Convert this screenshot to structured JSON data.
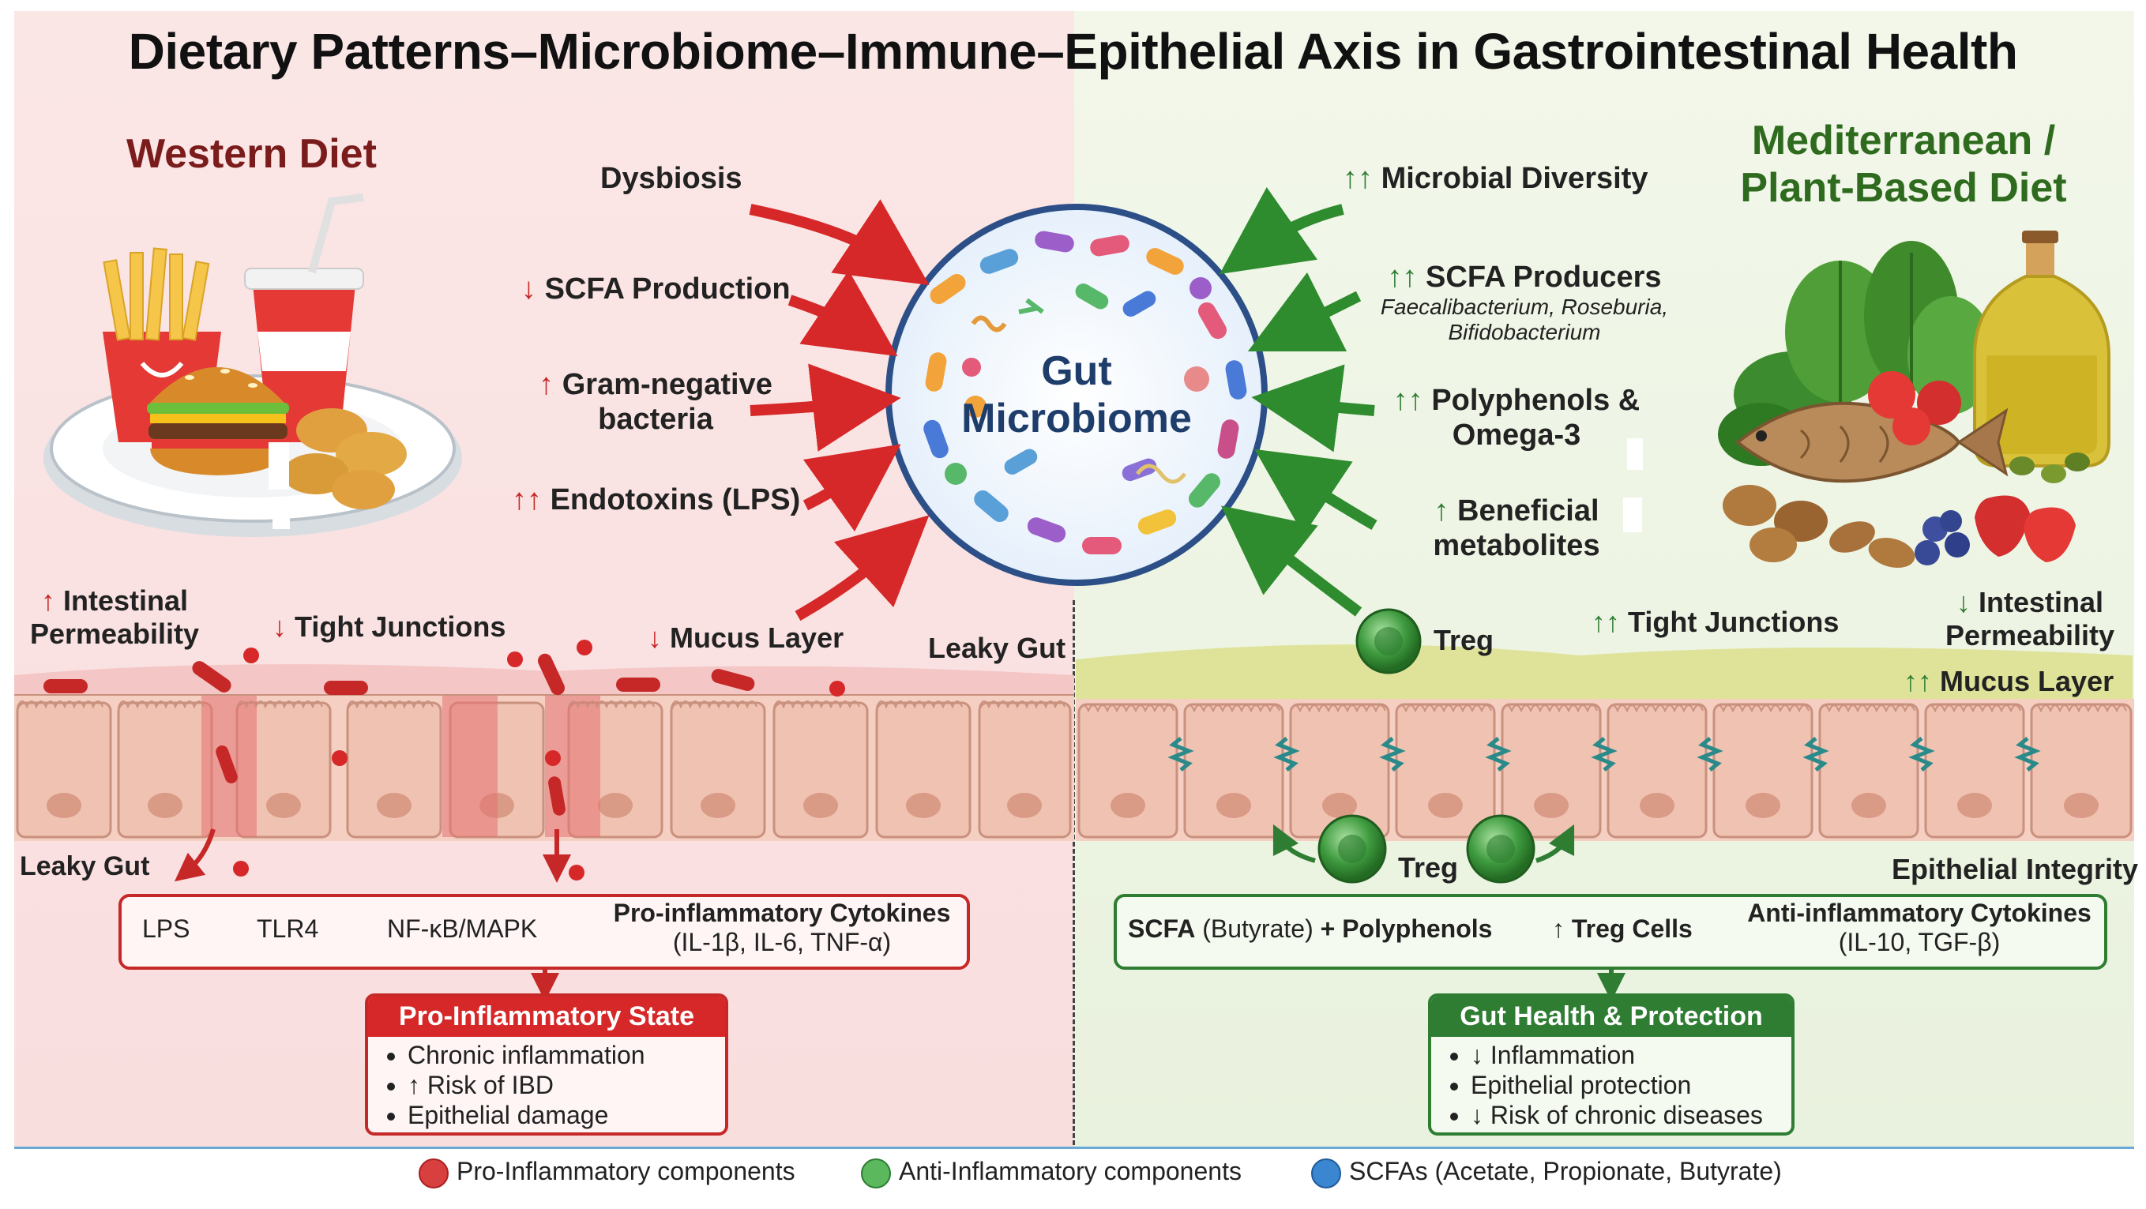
{
  "title": "Dietary Patterns–Microbiome–Immune–Epithelial Axis in Gastrointestinal Health",
  "western": {
    "heading": "Western Diet",
    "arrows": [
      {
        "prefix": "",
        "text": "Dysbiosis"
      },
      {
        "prefix": "↓",
        "text": "SCFA Production"
      },
      {
        "prefix": "↑",
        "text": "Gram-negative",
        "text2": "bacteria"
      },
      {
        "prefix": "↑↑",
        "text": "Endotoxins (LPS)"
      }
    ],
    "epithelium": {
      "permeability_prefix": "↑",
      "permeability_1": "Intestinal",
      "permeability_2": "Permeability",
      "tight_prefix": "↓",
      "tight": "Tight Junctions",
      "mucus_prefix": "↓",
      "mucus": "Mucus Layer",
      "leaky_top": "Leaky Gut",
      "leaky_bottom": "Leaky Gut"
    },
    "pathway": [
      "LPS",
      "TLR4",
      "NF-κB/MAPK"
    ],
    "cytokines_title": "Pro-inflammatory Cytokines",
    "cytokines_list": "(IL-1β, IL-6, TNF-α)",
    "state_title": "Pro-Inflammatory State",
    "state_items": [
      "Chronic inflammation",
      "↑ Risk of IBD",
      "Epithelial damage"
    ]
  },
  "microbiome": {
    "line1": "Gut",
    "line2": "Microbiome"
  },
  "mediterranean": {
    "heading_1": "Mediterranean /",
    "heading_2": "Plant-Based Diet",
    "arrows": [
      {
        "prefix": "↑↑",
        "text": "Microbial Diversity"
      },
      {
        "prefix": "↑↑",
        "text": "SCFA Producers",
        "sub1": "Faecalibacterium, Roseburia,",
        "sub2": "Bifidobacterium"
      },
      {
        "prefix": "↑↑",
        "text": "Polyphenols &",
        "text2": "Omega-3"
      },
      {
        "prefix": "↑",
        "text": "Beneficial",
        "text2": "metabolites"
      }
    ],
    "epithelium": {
      "treg_top": "Treg",
      "treg_bottom": "Treg",
      "tight_prefix": "↑↑",
      "tight": "Tight Junctions",
      "permeability_prefix": "↓",
      "permeability_1": "Intestinal",
      "permeability_2": "Permeability",
      "mucus_prefix": "↑↑",
      "mucus": "Mucus Layer",
      "integrity": "Epithelial Integrity"
    },
    "pathway_scfa": "SCFA",
    "pathway_butyrate": "(Butyrate)",
    "pathway_plus": "+ Polyphenols",
    "pathway_treg": "↑ Treg Cells",
    "cytokines_title": "Anti-inflammatory Cytokines",
    "cytokines_list": "(IL-10, TGF-β)",
    "state_title": "Gut Health & Protection",
    "state_items": [
      "↓ Inflammation",
      "Epithelial protection",
      "↓ Risk of chronic diseases"
    ]
  },
  "legend": [
    {
      "label": "Pro-Inflammatory components",
      "color": "#d84040"
    },
    {
      "label": "Anti-Inflammatory components",
      "color": "#5cb85c"
    },
    {
      "label": "SCFAs (Acetate, Propionate, Butyrate)",
      "color": "#3a86d0"
    }
  ],
  "colors": {
    "red": "#c62828",
    "green": "#2e7d32",
    "left_bg": "#fbe4e4",
    "right_bg": "#eef5e4"
  }
}
